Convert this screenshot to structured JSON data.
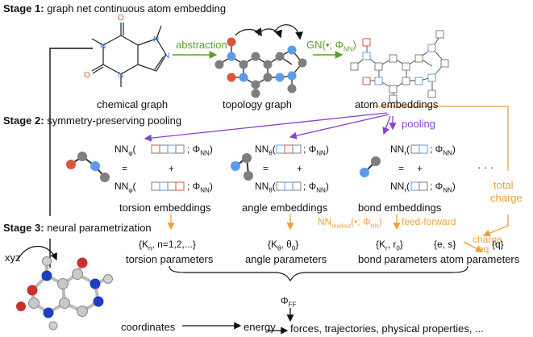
{
  "stages": {
    "s1_bold": "Stage 1:",
    "s1_text": "graph net continuous atom embedding",
    "s2_bold": "Stage 2:",
    "s2_text": "symmetry-preserving pooling",
    "s3_bold": "Stage 3:",
    "s3_text": "neural parametrization"
  },
  "stage1": {
    "abstraction": "abstraction",
    "gn": "GN(•; Φ",
    "gn_sub": "NN",
    "gn_close": ")",
    "chemical_graph": "chemical graph",
    "topology_graph": "topology graph",
    "atom_embeddings": "atom embeddings"
  },
  "stage2": {
    "pooling": "pooling",
    "torsion": {
      "top": "NN",
      "top_sub": "φ",
      "bottom": "NN",
      "bottom_sub": "φ",
      "phi": "; Φ",
      "phi_sub": "NN",
      "eq": "=",
      "plus": "+",
      "label": "torsion embeddings"
    },
    "angle": {
      "top": "NN",
      "top_sub": "θ",
      "bottom": "NN",
      "bottom_sub": "θ",
      "phi": "; Φ",
      "phi_sub": "NN",
      "eq": "=",
      "plus": "+",
      "label": "angle embeddings"
    },
    "bond": {
      "top": "NN",
      "top_sub": "r",
      "bottom": "NN",
      "bottom_sub": "r",
      "phi": "; Φ",
      "phi_sub": "NN",
      "eq": "=",
      "plus": "+",
      "label": "bond embeddings"
    },
    "dots": "· · ·",
    "total_charge_1": "total",
    "total_charge_2": "charge"
  },
  "stage3": {
    "nn_readout": "NN",
    "nn_readout_sub": "readout",
    "nn_readout_rest": "(•; Φ",
    "nn_readout_sub2": "NN",
    "nn_readout_close": ")",
    "feed_forward": "feed-forward",
    "charge_eq_1": "charge",
    "charge_eq_2": "eq.",
    "torsion_params_set": "{K",
    "torsion_params_sub": "n",
    "torsion_params_rest": ", n=1,2,...}",
    "torsion_params": "torsion parameters",
    "angle_params_set": "{K",
    "angle_params_sub": "θ",
    "angle_params_mid": ", θ",
    "angle_params_sub2": "0",
    "angle_params_close": "}",
    "angle_params": "angle parameters",
    "bond_params_set": "{K",
    "bond_params_sub": "r",
    "bond_params_mid": ", r",
    "bond_params_sub2": "0",
    "bond_params_close": "}",
    "bond_params": "bond parameters",
    "atom_params_set1": "{e, s}",
    "atom_params_set2": "{q}",
    "atom_params": "atom parameters",
    "xyz": "xyz",
    "phi_ff": "Φ",
    "phi_ff_sub": "FF",
    "coordinates": "coordinates",
    "energy": "energy",
    "outputs": "forces, trajectories, physical properties, ..."
  },
  "colors": {
    "green": "#5aa02c",
    "purple": "#8a3fd1",
    "orange": "#e9a23b",
    "atom_red": "#d9563f",
    "atom_blue": "#5b9bea",
    "atom_gray": "#7f7f7f"
  }
}
